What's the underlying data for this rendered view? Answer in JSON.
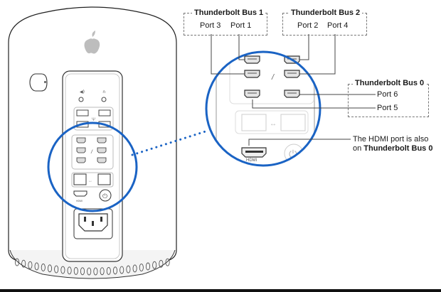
{
  "diagram": {
    "subject": "Mac Pro rear panel - Thunderbolt bus map",
    "accent_color": "#1a63c4",
    "buses": [
      {
        "id": "bus1",
        "label": "Thunderbolt Bus 1",
        "ports": [
          "Port 3",
          "Port 1"
        ]
      },
      {
        "id": "bus2",
        "label": "Thunderbolt Bus 2",
        "ports": [
          "Port 2",
          "Port 4"
        ]
      },
      {
        "id": "bus0",
        "label": "Thunderbolt Bus 0",
        "ports": [
          "Port 6",
          "Port 5"
        ]
      }
    ],
    "hdmi_label": "HDMI",
    "hdmi_note": {
      "line1": "The HDMI port is also",
      "line2_prefix": "on ",
      "line2_bold": "Thunderbolt Bus 0"
    },
    "icons": [
      "apple-logo-icon",
      "lock-icon",
      "speaker-icon",
      "headphone-icon",
      "usb-icon",
      "thunderbolt-icon",
      "ethernet-icon",
      "power-icon",
      "ac-power-inlet-icon"
    ]
  }
}
